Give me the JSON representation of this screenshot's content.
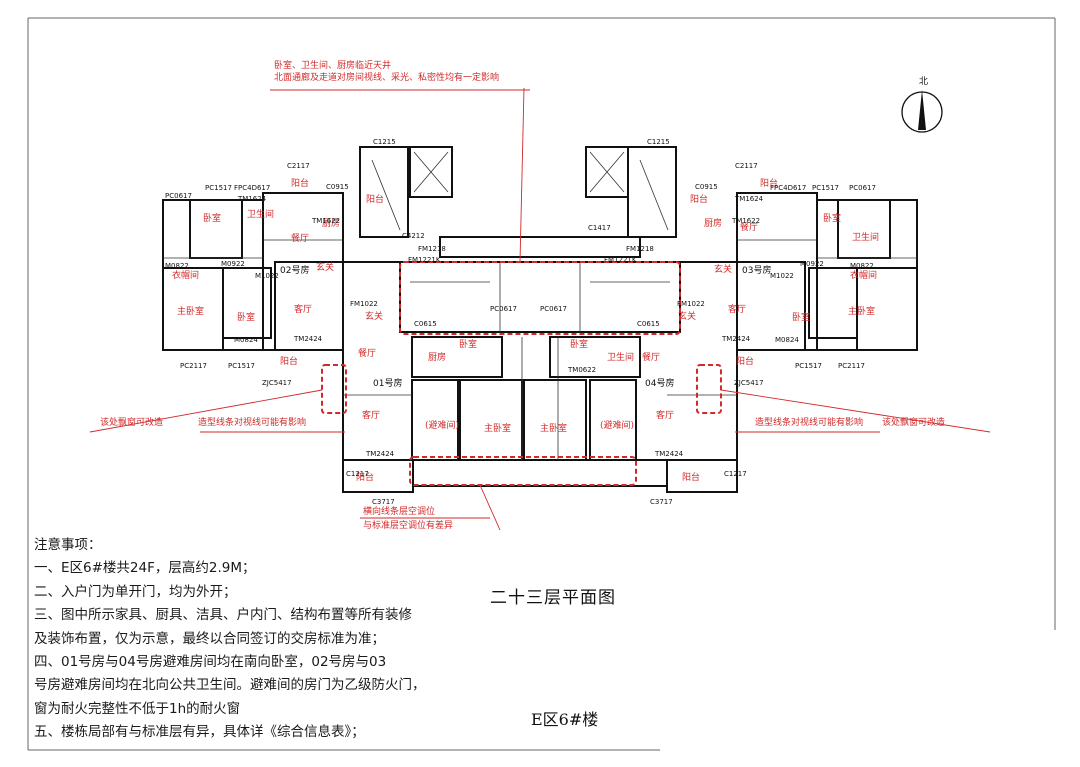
{
  "drawing": {
    "title": "二十三层平面图",
    "building": "E区6#楼"
  },
  "notes": {
    "heading": "注意事项：",
    "items": [
      "一、E区6#楼共24F，层高约2.9M；",
      "二、入户门为单开门，均为外开；",
      "三、图中所示家具、厨具、洁具、户内门、结构布置等所有装修",
      "及装饰布置，仅为示意，最终以合同签订的交房标准为准；",
      "四、01号房与04号房避难房间均在南向卧室，02号房与03",
      "号房避难房间均在北向公共卫生间。避难间的房门为乙级防火门，",
      "窗为耐火完整性不低于1h的耐火窗",
      "五、楼栋局部有与标准层有异，具体详《综合信息表》；"
    ]
  },
  "annotations": {
    "top_line1": "卧室、卫生间、厨房临近天井",
    "top_line2": "北面通廊及走道对房间视线、采光、私密性均有一定影响",
    "left_window": "该处飘窗可改造",
    "left_line": "造型线条对视线可能有影响",
    "right_line": "造型线条对视线可能有影响",
    "right_window": "该处飘窗可改造",
    "bottom_line1": "横向线条层空调位",
    "bottom_line2": "与标准层空调位有差异"
  },
  "compass": {
    "label": "北"
  },
  "rooms": {
    "balcony": "阳台",
    "bedroom": "卧室",
    "bathroom": "卫生间",
    "master": "主卧室",
    "dressing": "衣帽间",
    "dining": "餐厅",
    "kitchen": "厨房",
    "foyer": "玄关",
    "living": "客厅",
    "refuge": "(避难间)",
    "unit01": "01号房",
    "unit02": "02号房",
    "unit03": "03号房",
    "unit04": "04号房"
  },
  "codes": {
    "c2117": "C2117",
    "pc0617": "PC0617",
    "pc1517": "PC1517",
    "fpc": "FPC4D617",
    "c0915": "C0915",
    "tm1624": "TM1624",
    "tm1622": "TM1622",
    "m0822": "M0822",
    "m0922": "M0922",
    "m1022": "M1022",
    "tm2424": "TM2424",
    "m0824": "M0824",
    "pc2117": "PC2117",
    "zjc5417": "ZJC5417",
    "c1215": "C1215",
    "c1217": "C1217",
    "c3717": "C3717",
    "pc0617b": "PC0617",
    "fm1221": "FM1221K",
    "c0615": "C0615",
    "fm1022": "FM1022",
    "c4212": "C4212",
    "c1417": "C1417",
    "tm0622": "TM0622",
    "fm1218": "FM1218"
  }
}
